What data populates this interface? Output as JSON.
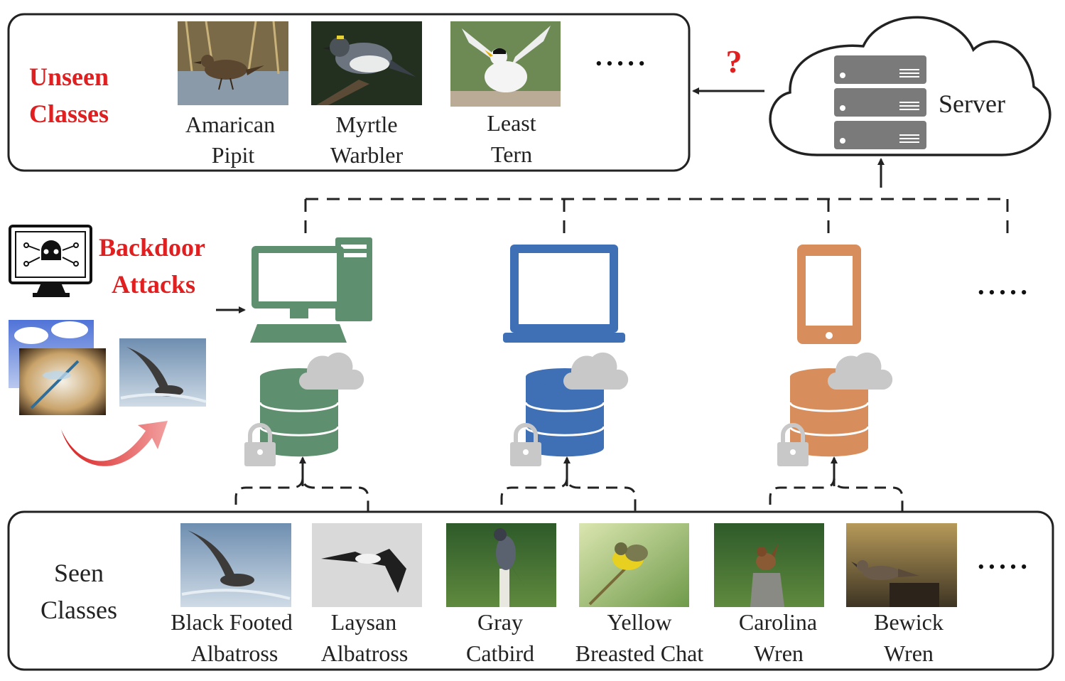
{
  "unseen_panel": {
    "label_line1": "Unseen",
    "label_line2": "Classes",
    "birds": [
      {
        "line1": "Amarican",
        "line2": "Pipit"
      },
      {
        "line1": "Myrtle",
        "line2": "Warbler"
      },
      {
        "line1": "Least",
        "line2": "Tern"
      }
    ],
    "more": "•••••"
  },
  "server": {
    "label": "Server",
    "query_mark": "?"
  },
  "backdoor": {
    "line1": "Backdoor",
    "line2": "Attacks"
  },
  "clients_more": "•••••",
  "seen_panel": {
    "label_line1": "Seen",
    "label_line2": "Classes",
    "birds": [
      {
        "line1": "Black Footed",
        "line2": "Albatross"
      },
      {
        "line1": "Laysan",
        "line2": "Albatross"
      },
      {
        "line1": "Gray",
        "line2": "Catbird"
      },
      {
        "line1": "Yellow",
        "line2": "Breasted Chat"
      },
      {
        "line1": "Carolina",
        "line2": "Wren"
      },
      {
        "line1": "Bewick",
        "line2": "Wren"
      }
    ],
    "more": "•••••"
  },
  "colors": {
    "attack_red": "#e02020",
    "client_green": "#5e8f6e",
    "client_blue": "#3f6fb5",
    "client_orange": "#d88e5c",
    "server_gray": "#7a7a7a",
    "cloud_gray": "#c8c8c8"
  }
}
